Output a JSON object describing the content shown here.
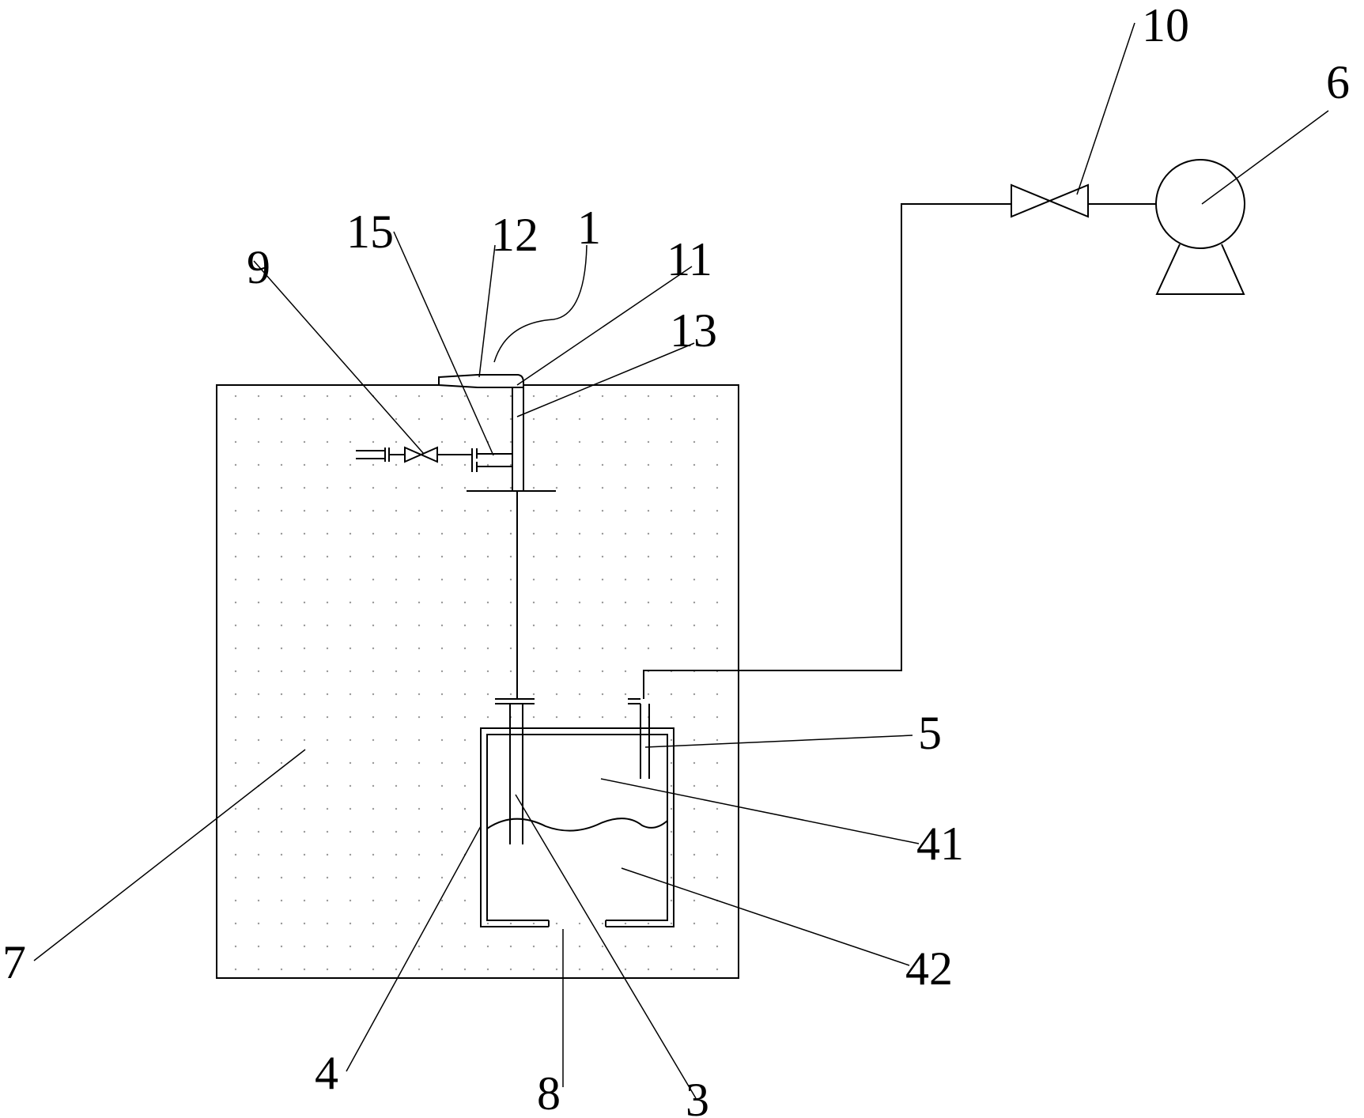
{
  "labels": {
    "l1": "1",
    "l3": "3",
    "l4": "4",
    "l5": "5",
    "l6": "6",
    "l7": "7",
    "l8": "8",
    "l9": "9",
    "l10": "10",
    "l11": "11",
    "l12": "12",
    "l13": "13",
    "l15": "15",
    "l41": "41",
    "l42": "42"
  },
  "colors": {
    "line": "#000000",
    "dots": "#9a9a9a",
    "background": "#ffffff"
  },
  "icons": {
    "pump": "pump-icon",
    "valve": "valve-icon"
  }
}
